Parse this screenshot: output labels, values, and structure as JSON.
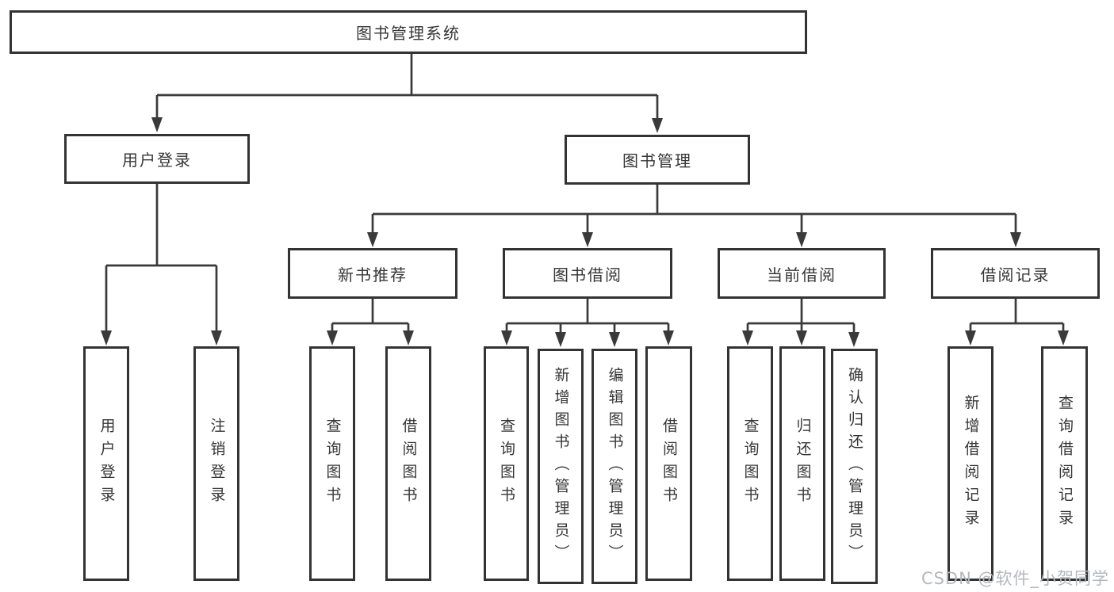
{
  "nodes": {
    "root": {
      "label": "图书管理系统"
    },
    "user_login": {
      "label": "用户登录"
    },
    "book_mgmt": {
      "label": "图书管理"
    },
    "new_book_rec": {
      "label": "新书推荐",
      "parent": "图书管理"
    },
    "book_borrow": {
      "label": "图书借阅",
      "parent": "图书管理"
    },
    "current_borrow": {
      "label": "当前借阅",
      "parent": "图书管理"
    },
    "borrow_records": {
      "label": "借阅记录",
      "parent": "图书管理"
    }
  },
  "columns": [
    {
      "label": "用户登录",
      "parent": "用户登录"
    },
    {
      "label": "注销登录",
      "parent": "用户登录"
    },
    {
      "label": "查询图书",
      "parent": "新书推荐"
    },
    {
      "label": "借阅图书",
      "parent": "新书推荐"
    },
    {
      "label": "查询图书",
      "parent": "图书借阅"
    },
    {
      "label": "新增图书（管理员）",
      "parent": "图书借阅"
    },
    {
      "label": "编辑图书（管理员）",
      "parent": "图书借阅"
    },
    {
      "label": "借阅图书",
      "parent": "图书借阅"
    },
    {
      "label": "查询图书",
      "parent": "当前借阅"
    },
    {
      "label": "归还图书",
      "parent": "当前借阅"
    },
    {
      "label": "确认归还（管理员）",
      "parent": "当前借阅"
    },
    {
      "label": "新增借阅记录",
      "parent": "借阅记录"
    },
    {
      "label": "查询借阅记录",
      "parent": "借阅记录"
    }
  ],
  "watermark": "CSDN @软件_小贺同学",
  "colors": {
    "line": "#3a3a3a",
    "border": "#333333",
    "text": "#363636",
    "watermark": "#b4b8bc",
    "background": "#ffffff"
  }
}
